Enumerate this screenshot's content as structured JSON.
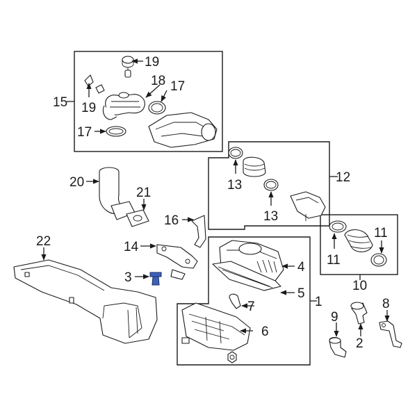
{
  "callouts": {
    "c1": "1",
    "c2": "2",
    "c3": "3",
    "c4": "4",
    "c5": "5",
    "c6": "6",
    "c7": "7",
    "c8": "8",
    "c9": "9",
    "c10": "10",
    "c11a": "11",
    "c11b": "11",
    "c12": "12",
    "c13a": "13",
    "c13b": "13",
    "c14": "14",
    "c15": "15",
    "c16": "16",
    "c17a": "17",
    "c17b": "17",
    "c18": "18",
    "c19a": "19",
    "c19b": "19",
    "c20": "20",
    "c21": "21",
    "c22": "22"
  },
  "colors": {
    "line": "#1a1a1a",
    "highlight": "#3d63b8",
    "background": "#ffffff"
  },
  "highlighted_part": "3"
}
